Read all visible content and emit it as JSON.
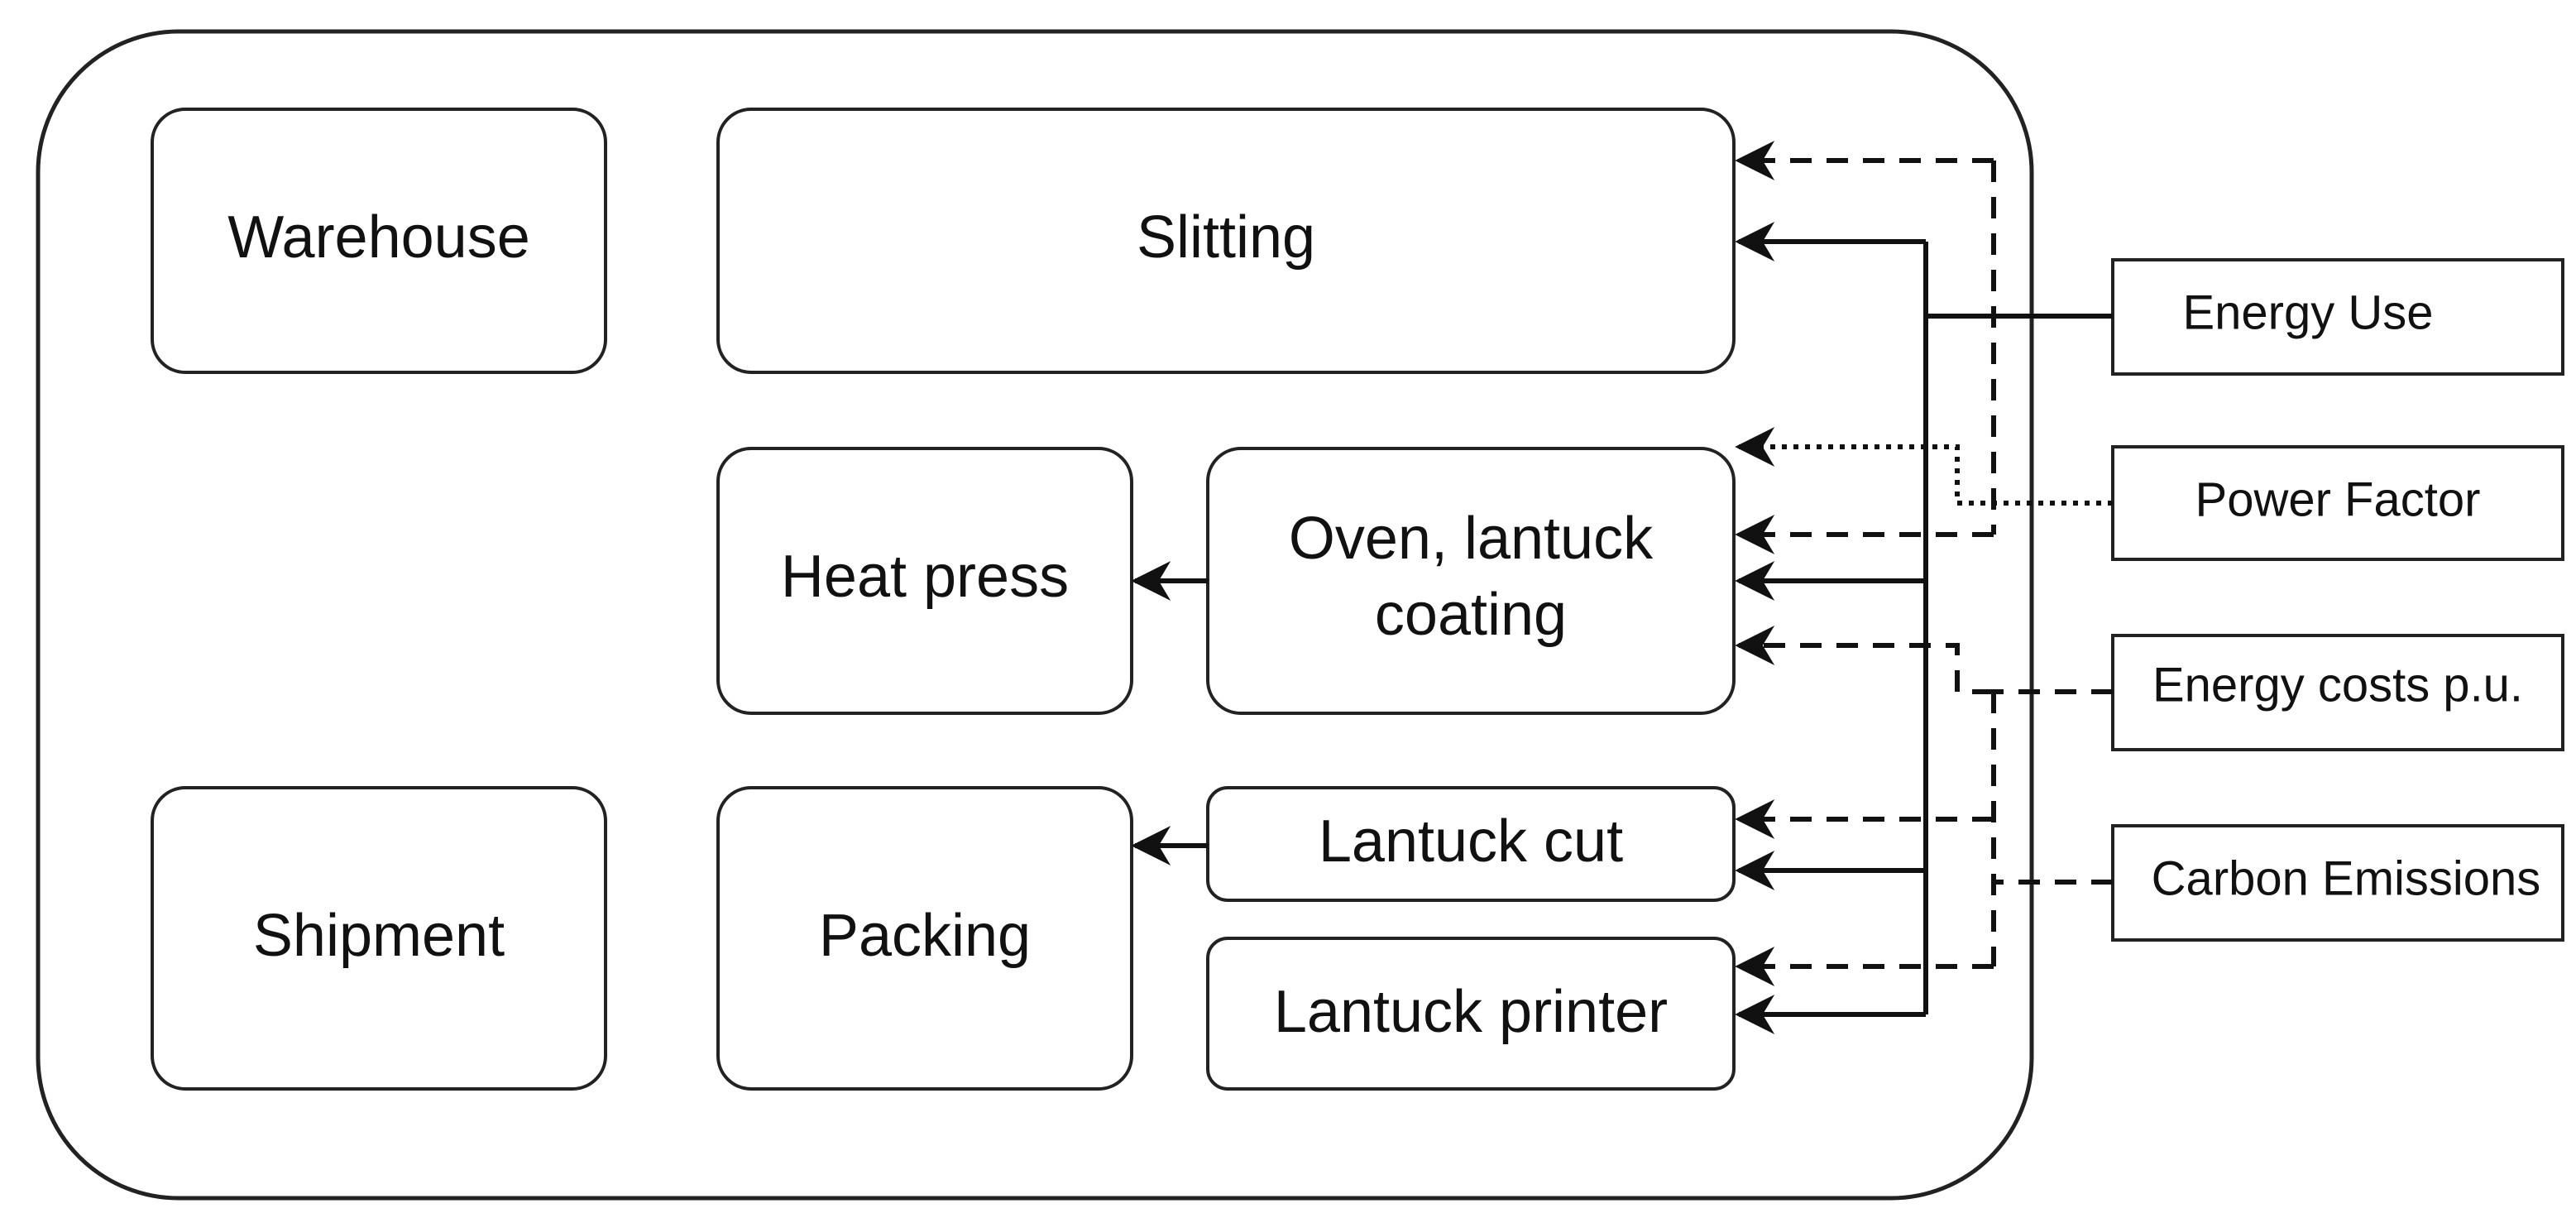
{
  "nodes": {
    "warehouse": "Warehouse",
    "slitting": "Slitting",
    "heat_press": "Heat press",
    "oven_line1": "Oven, lantuck",
    "oven_line2": "coating",
    "shipment": "Shipment",
    "packing": "Packing",
    "lantuck_cut": "Lantuck cut",
    "lantuck_printer": "Lantuck printer"
  },
  "metrics": {
    "energy_use": "Energy Use",
    "power_factor": "Power Factor",
    "energy_costs": "Energy costs p.u.",
    "carbon_emissions": "Carbon Emissions"
  },
  "legend": {
    "energy_use_line": "solid",
    "power_factor_line": "dotted",
    "energy_costs_line": "dashed",
    "carbon_emissions_line": "dashed"
  }
}
